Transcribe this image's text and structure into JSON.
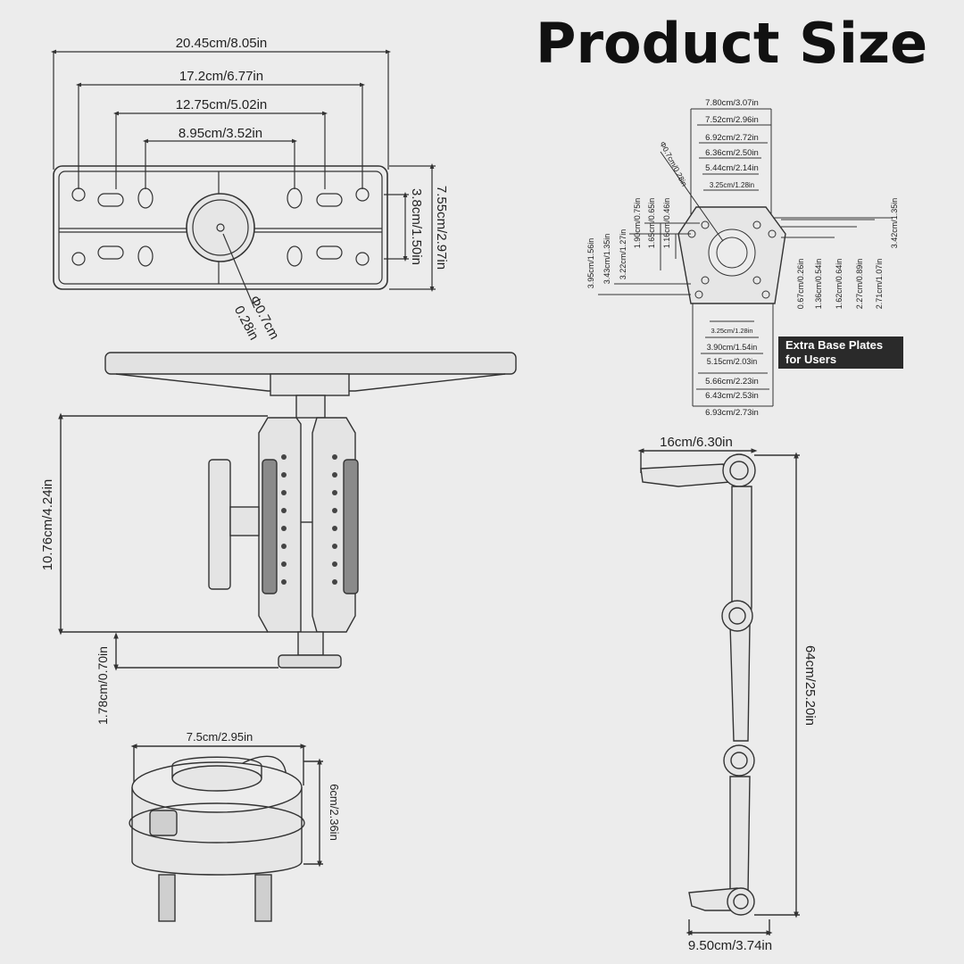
{
  "title": "Product Size",
  "top_plate": {
    "widths": [
      "20.45cm/8.05in",
      "17.2cm/6.77in",
      "12.75cm/5.02in",
      "8.95cm/3.52in"
    ],
    "height_outer": "7.55cm/2.97in",
    "height_inner": "3.8cm/1.50in",
    "hole_dia_1": "Φ0.7cm",
    "hole_dia_2": "0.28in"
  },
  "arm": {
    "height": "10.76cm/4.24in",
    "base_height": "1.78cm/0.70in"
  },
  "base": {
    "width": "7.5cm/2.95in",
    "height": "6cm/2.36in"
  },
  "extra_plate": {
    "top_widths": [
      "7.80cm/3.07in",
      "7.52cm/2.96in",
      "6.92cm/2.72in",
      "6.36cm/2.50in",
      "5.44cm/2.14in",
      "3.25cm/1.28in"
    ],
    "hole_dia": "Φ0.7cm/0.28in",
    "left_heights": [
      "3.95cm/1.56in",
      "3.43cm/1.35in",
      "3.22cm/1.27in",
      "1.90cm/0.75in",
      "1.65cm/0.65in",
      "1.16cm/0.46in"
    ],
    "right_heights": [
      "3.42cm/1.35in",
      "0.67cm/0.26in",
      "1.36cm/0.54in",
      "1.62cm/0.64in",
      "2.27cm/0.89in",
      "2.71cm/1.07in"
    ],
    "bottom_widths": [
      "3.25cm/1.28in",
      "3.90cm/1.54in",
      "5.15cm/2.03in",
      "5.66cm/2.23in",
      "6.43cm/2.53in",
      "6.93cm/2.73in"
    ],
    "note_line1": "Extra Base Plates",
    "note_line2": "for Users"
  },
  "long_arm": {
    "top_width": "16cm/6.30in",
    "length": "64cm/25.20in",
    "bottom_width": "9.50cm/3.74in"
  }
}
